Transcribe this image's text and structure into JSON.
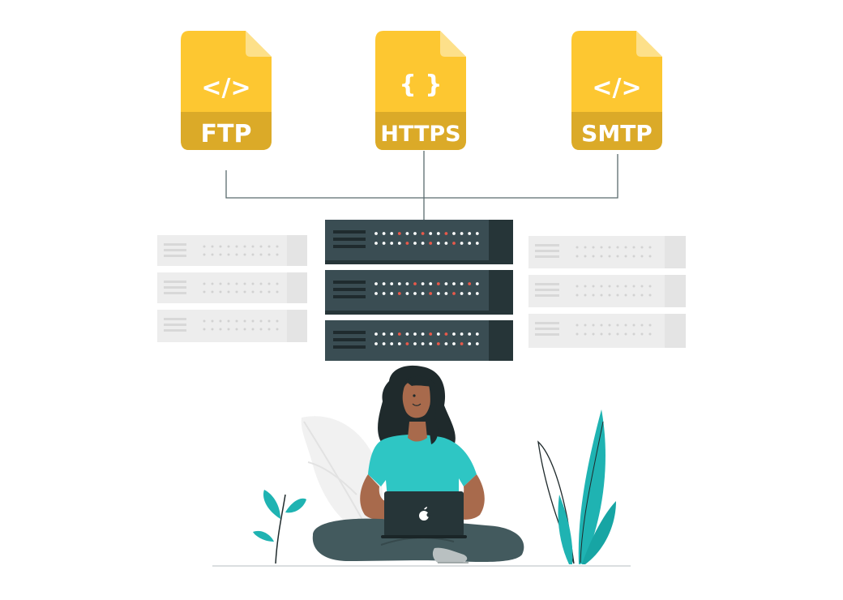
{
  "documents": [
    {
      "id": "ftp",
      "code_glyph": "</>",
      "label": "FTP"
    },
    {
      "id": "https",
      "code_glyph": "{ }",
      "label": "HTTPS"
    },
    {
      "id": "smtp",
      "code_glyph": "</>",
      "label": "SMTP"
    }
  ],
  "colors": {
    "doc_yellow": "#FDC731",
    "doc_band": "#DBAA28",
    "doc_fold": "#FDE08A",
    "server_dark": "#3A4D53",
    "server_shadow": "#263538",
    "server_ghost": "#EDEDED",
    "led_red": "#E8594A",
    "led_white": "#FFFFFF",
    "shirt_teal": "#2EC6C4",
    "pants_dark": "#435A5E",
    "skin": "#A86A4C",
    "hair": "#1F2A2C",
    "plant_teal": "#1FB3B2",
    "laptop": "#263538"
  },
  "icons": [
    "file-code-icon",
    "server-rack-icon",
    "apple-logo-icon"
  ]
}
